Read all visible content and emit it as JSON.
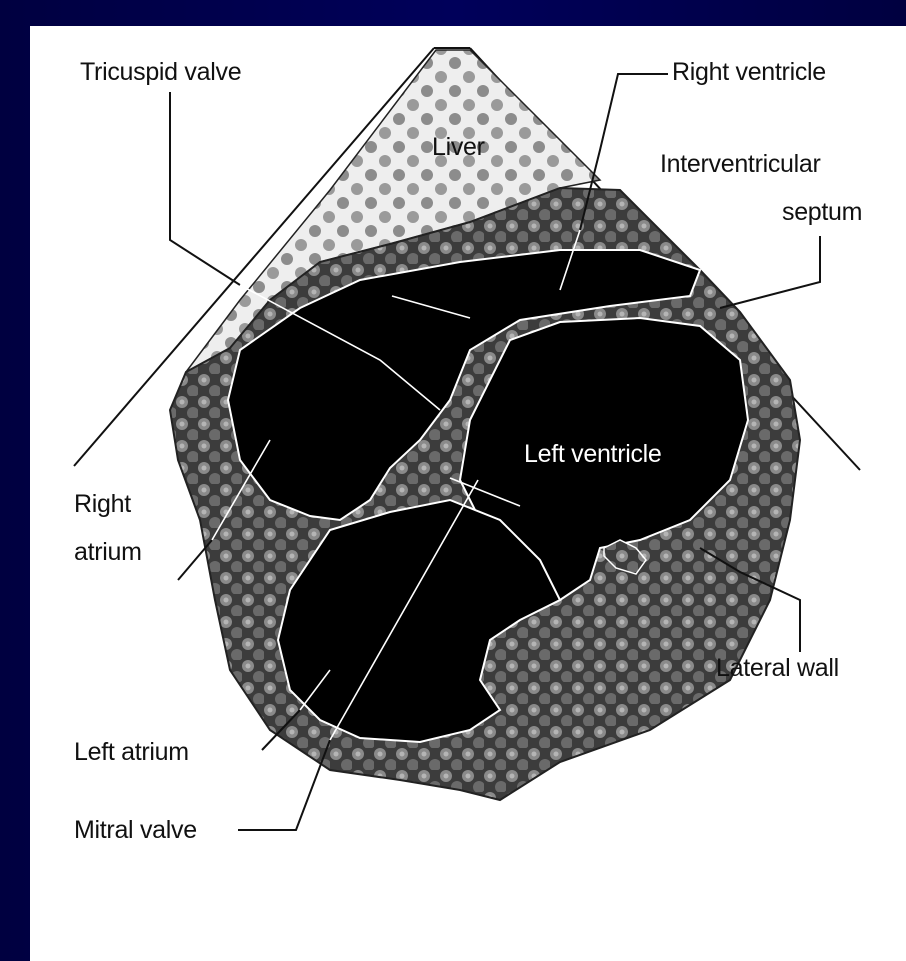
{
  "labels": {
    "tricuspid_valve": "Tricuspid valve",
    "right_ventricle": "Right ventricle",
    "liver": "Liver",
    "interventricular_line1": "Interventricular",
    "interventricular_line2": "septum",
    "left_ventricle": "Left ventricle",
    "right_atrium_line1": "Right",
    "right_atrium_line2": "atrium",
    "lateral_wall": "Lateral wall",
    "left_atrium": "Left atrium",
    "mitral_valve": "Mitral valve"
  },
  "colors": {
    "background": "#00005a",
    "panel": "#ffffff",
    "myocardium": "#3a3a3a",
    "chamber": "#000000",
    "liver": "#e8e8e8"
  }
}
